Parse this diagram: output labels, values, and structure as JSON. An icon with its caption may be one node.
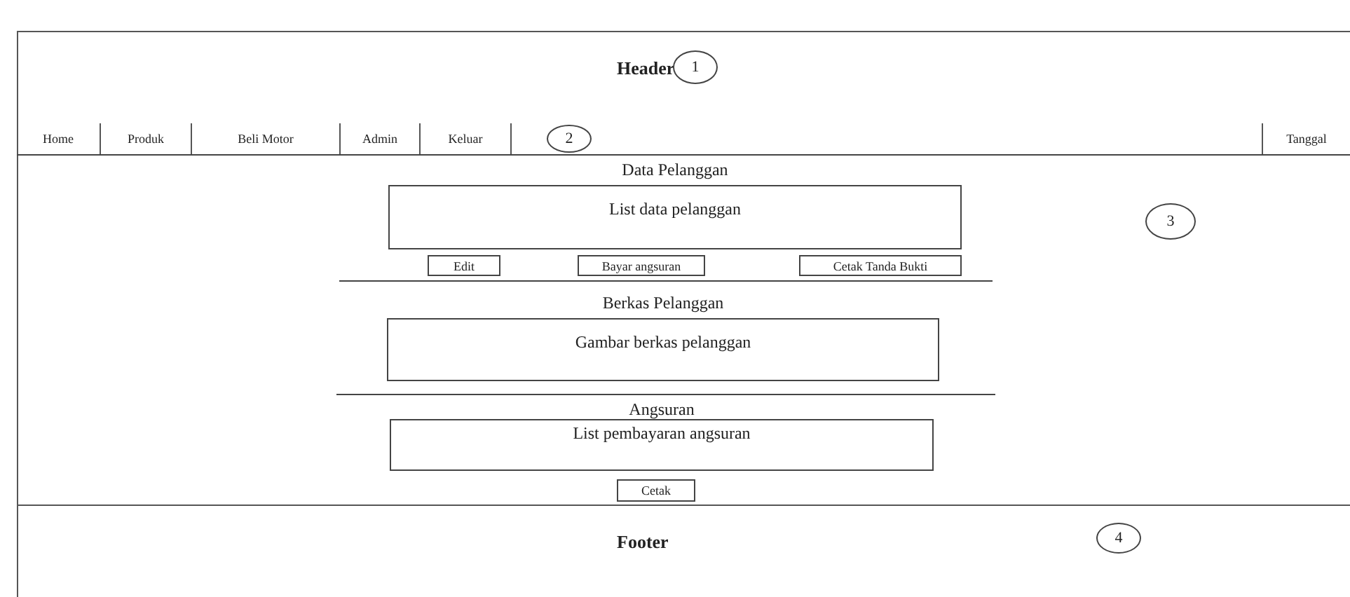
{
  "diagram": {
    "nodes": [
      {
        "text": [
          "Header"
        ]
      },
      {
        "text": [
          "1"
        ],
        "in": 0
      },
      {
        "text": [
          "Home"
        ]
      },
      {
        "text": [
          "Produk"
        ]
      },
      {
        "text": [
          "Beli Motor"
        ]
      },
      {
        "text": [
          "Admin"
        ]
      },
      {
        "text": [
          "Keluar"
        ]
      },
      {
        "text": [
          "2"
        ]
      },
      {
        "text": [
          "Tanggal"
        ]
      },
      {
        "text": [
          "3"
        ]
      },
      {
        "text": [
          "Data Pelanggan",
          "List data pelanggan"
        ]
      },
      {
        "text": [
          "Edit"
        ]
      },
      {
        "text": [
          "Bayar angsuran"
        ]
      },
      {
        "text": [
          "Cetak Tanda Bukti"
        ]
      },
      {
        "text": [
          "Berkas Pelanggan",
          "Gambar berkas pelanggan"
        ]
      },
      {
        "text": [
          "Angsuran",
          "List pembayaran angsuran"
        ]
      },
      {
        "text": [
          "Cetak"
        ]
      },
      {
        "text": [
          "Footer"
        ]
      },
      {
        "text": [
          "4"
        ],
        "in": 17
      }
    ],
    "edges": []
  }
}
